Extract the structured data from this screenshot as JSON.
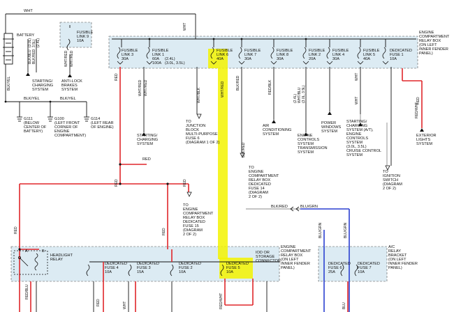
{
  "colors": {
    "red": "#e0262a",
    "black": "#111111",
    "gray": "#8a8a8a",
    "blue": "#2a3fd0",
    "box_fill": "#dcebf3",
    "highlight": "#f3f300"
  },
  "labels": {
    "wht_top": "WHT",
    "wht_mid": "WHT",
    "battery": "BATTERY",
    "fl9": [
      "FUSIBLE",
      "LINK 9",
      "10A"
    ],
    "bat_wire_a": [
      "(3.0L)",
      "3.5L)",
      "(2.4L)"
    ],
    "bat_wire_b": [
      "BLK/BLU",
      "BLK/RED"
    ],
    "starting_left": [
      "STARTING/",
      "CHARGING",
      "SYSTEM"
    ],
    "whtred_v1": "WHT/RED",
    "whtred_v2": "WHT/RED",
    "antilock": [
      "ANTI-LOCK",
      "BRAKES",
      "SYSTEM"
    ],
    "blkyel_v": "BLK/YEL",
    "blkyel_1": "BLK/YEL",
    "blkyel_2": "BLK/YEL",
    "g111": [
      "G111",
      "(BELOW",
      "CENTER OF",
      "BATTERY)"
    ],
    "g100": [
      "G100",
      "(LEFT FRONT",
      "CORNER OF",
      "ENGINE",
      "COMPARTMENT)"
    ],
    "g114": [
      "G114",
      "(LEFT REAR",
      "OF ENGINE)"
    ],
    "relay_box_top": [
      "ENGINE",
      "COMPARTMENT",
      "RELAY BOX",
      "(ON LEFT",
      "INNER FENDER",
      "PANEL)"
    ],
    "fl3": [
      "FUSIBLE",
      "LINK 3",
      "30A"
    ],
    "fl1": [
      "FUSIBLE",
      "LINK 1",
      "60A",
      "100A"
    ],
    "fl1_note": [
      "(2.4L)",
      "(3.0L, 3.5L)"
    ],
    "fl6": [
      "FUSIBLE",
      "LINK 6",
      "40A"
    ],
    "fl7": [
      "FUSIBLE",
      "LINK 7",
      "30A"
    ],
    "fl8": [
      "FUSIBLE",
      "LINK 8",
      "30A"
    ],
    "fl2": [
      "FUSIBLE",
      "LINK 2",
      "20A"
    ],
    "fl4": [
      "FUSIBLE",
      "LINK 4",
      "30A"
    ],
    "fl5": [
      "FUSIBLE",
      "LINK 5",
      "40A"
    ],
    "df1": [
      "DEDICATED",
      "FUSE 1",
      "10A"
    ],
    "red_v_left": "RED",
    "red_v_left2": "RED",
    "red_v_left3": "RED",
    "red_v_mid": "RED",
    "red_v_mid2": "RED",
    "red_h": "RED",
    "red_v_right": "RED",
    "whtred_a": "WHT/RED",
    "whtred_b": "WHT/RED",
    "whtred_c": "WHT/RED",
    "blkred_a": "BLK/RED",
    "redblk": "RED/BLK",
    "blkred_b": "BLK/RED",
    "wht_right": "WHT",
    "wht_right2": "WHT",
    "redwht": "RED/WHT",
    "grn_wire": [
      "(2.4L)",
      "WHT/BLU",
      "(3.0L, 3.5L)"
    ],
    "whtblk": "WHT/BLK",
    "starting_mid": [
      "STARTING/",
      "CHARGING",
      "SYSTEM"
    ],
    "junction": [
      "TO",
      "JUNCTION",
      "BLOCK",
      "MULTI-PURPOSE",
      "FUSE 6",
      "(DIAGRAM 1 OF 2)"
    ],
    "air": [
      "AIR",
      "CONDITIONING",
      "SYSTEM"
    ],
    "engine_ctrl": [
      "ENGINE",
      "CONTROLS",
      "SYSTEM",
      "TRANSMISSION",
      "SYSTEM"
    ],
    "power_windows": [
      "POWER",
      "WINDOWS",
      "SYSTEM"
    ],
    "starting_right": [
      "STARTING/",
      "CHARGING",
      "SYSTEM (A/T),",
      "ENGINE",
      "CONTROLS",
      "SYSTEM",
      "(3.0L, 3.5L)",
      "CRUISE CONTROL",
      "SYSTEM"
    ],
    "exterior": [
      "EXTERIOR",
      "LIGHTS",
      "SYSTEM"
    ],
    "fuse14": [
      "TO",
      "ENGINE",
      "COMPARTMENT",
      "RELAY BOX",
      "DEDICATED",
      "FUSE 14",
      "(DIAGRAM",
      "2 OF 2)"
    ],
    "ignition": [
      "TO",
      "IGNITION",
      "SWITCH",
      "(DIAGRAM",
      "2 OF 2)"
    ],
    "fuse15": [
      "TO",
      "ENGINE",
      "COMPARTMENT",
      "RELAY BOX",
      "DEDICATED",
      "FUSE 15",
      "(DIAGRAM",
      "2 OF 2)"
    ],
    "blkred_h": "BLK/RED",
    "blugrn_h": "BLU/GRN",
    "blugrn_v1": "BLU/GRN",
    "blugrn_v2": "BLU/GRN",
    "headlight_relay": [
      "HEADLIGHT",
      "RELAY"
    ],
    "df4": [
      "DEDICATED",
      "FUSE 4",
      "10A"
    ],
    "df3": [
      "DEDICATED",
      "FUSE 3",
      "15A"
    ],
    "df2": [
      "DEDICATED",
      "FUSE 2",
      "10A"
    ],
    "df5": [
      "DEDICATED",
      "FUSE 5",
      "10A"
    ],
    "iod": [
      "IOD OR",
      "STORAGE",
      "CONNECTOR"
    ],
    "relay_box_bottom": [
      "ENGINE",
      "COMPARTMENT",
      "RELAY BOX",
      "(ON LEFT",
      "INNER FENDER",
      "PANEL)"
    ],
    "df6": [
      "DEDICATED",
      "FUSE 6",
      "25A"
    ],
    "df7": [
      "DEDICATED",
      "FUSE 7",
      "10A"
    ],
    "ac_relay": [
      "A/C",
      "RELAY",
      "BRACKET",
      "(ON LEFT",
      "INNER FENDER",
      "PANEL)"
    ],
    "conn_a": "A",
    "conn_b": "B",
    "bot_redblu": "RED/BLU",
    "bot_red": "RED",
    "bot_wht": "WHT",
    "bot_redwht": "RED/WHT",
    "bot_blu": "BLU"
  }
}
